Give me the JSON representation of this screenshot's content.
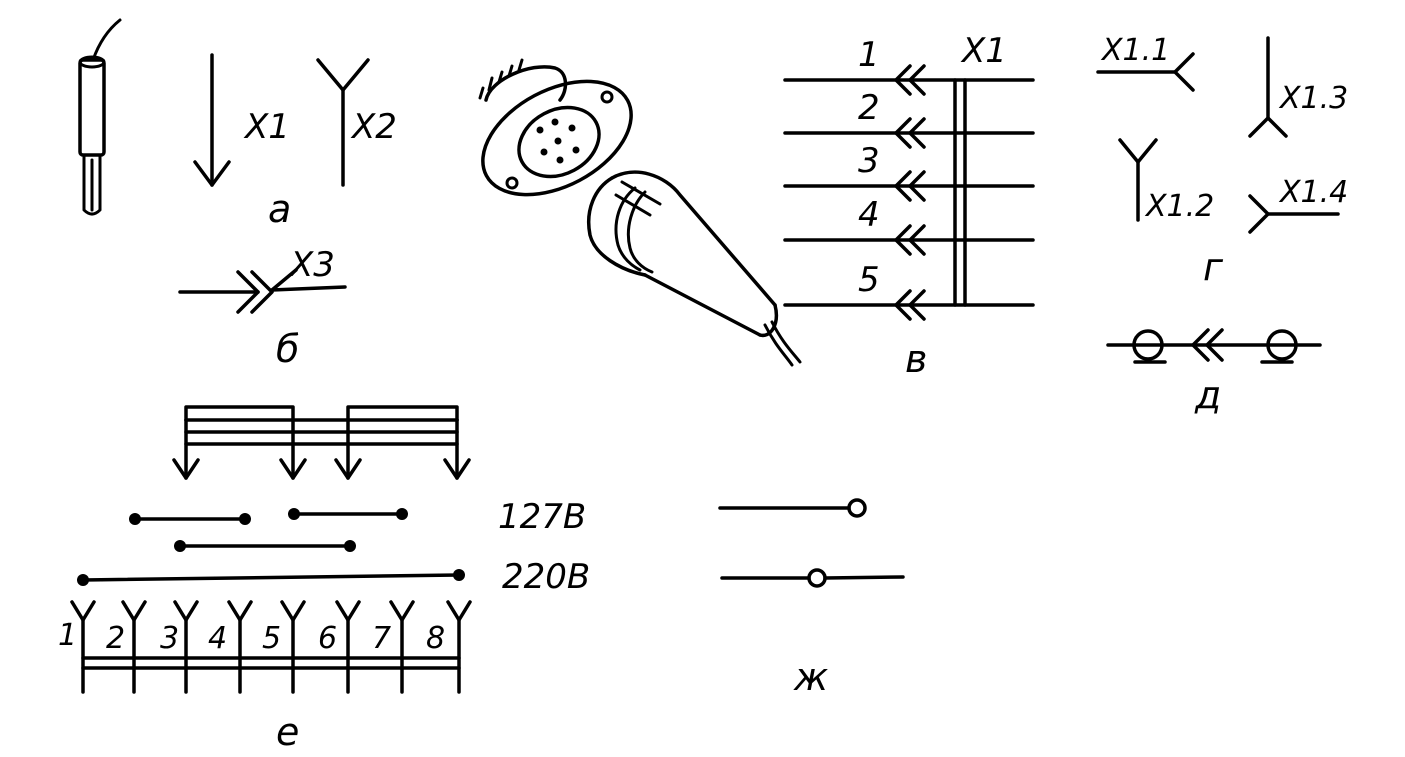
{
  "figure_a": {
    "label": "а",
    "socket_designator": "X1",
    "pin_designator": "X2"
  },
  "figure_b": {
    "label": "б",
    "connector_designator": "X3"
  },
  "figure_v": {
    "label": "в",
    "connector_designator": "X1",
    "contacts": [
      "1",
      "2",
      "3",
      "4",
      "5"
    ]
  },
  "figure_g": {
    "label": "г",
    "contacts": [
      "X1.1",
      "X1.2",
      "X1.3",
      "X1.4"
    ]
  },
  "figure_d": {
    "label": "д"
  },
  "figure_e": {
    "label": "е",
    "voltages": [
      "127В",
      "220В"
    ],
    "pins": [
      "1",
      "2",
      "3",
      "4",
      "5",
      "6",
      "7",
      "8"
    ]
  },
  "figure_zh": {
    "label": "ж"
  }
}
